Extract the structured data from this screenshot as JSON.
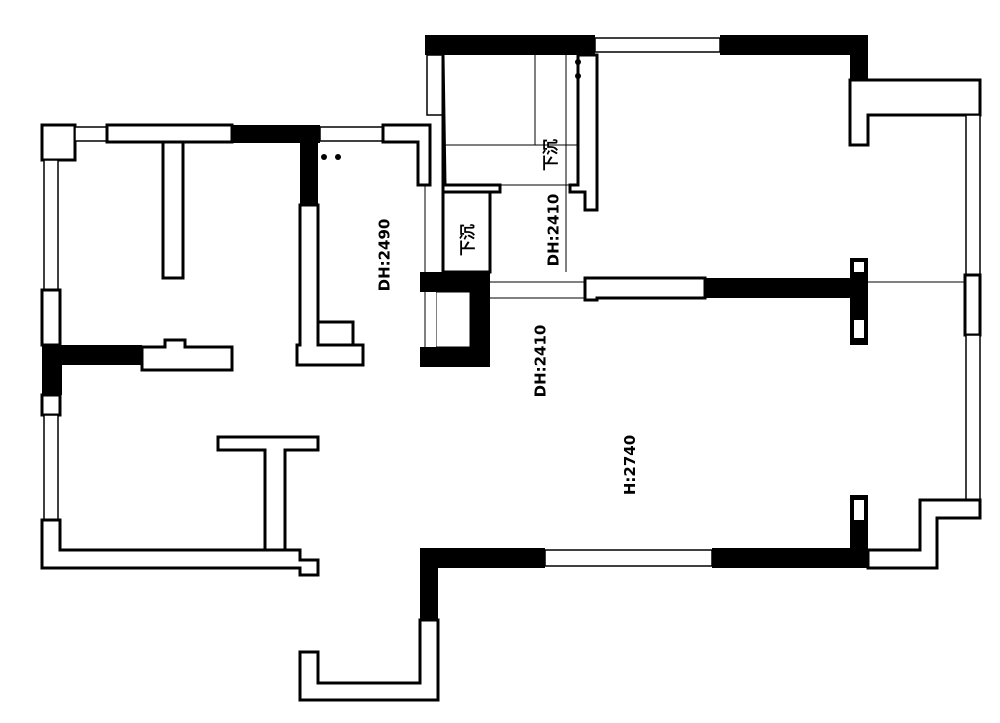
{
  "labels": {
    "dh_left": "DH:2490",
    "sunken_upper": "下沉",
    "sunken_lower": "下沉",
    "dh_upper": "DH:2410",
    "dh_center": "DH:2410",
    "height_main": "H:2740"
  }
}
